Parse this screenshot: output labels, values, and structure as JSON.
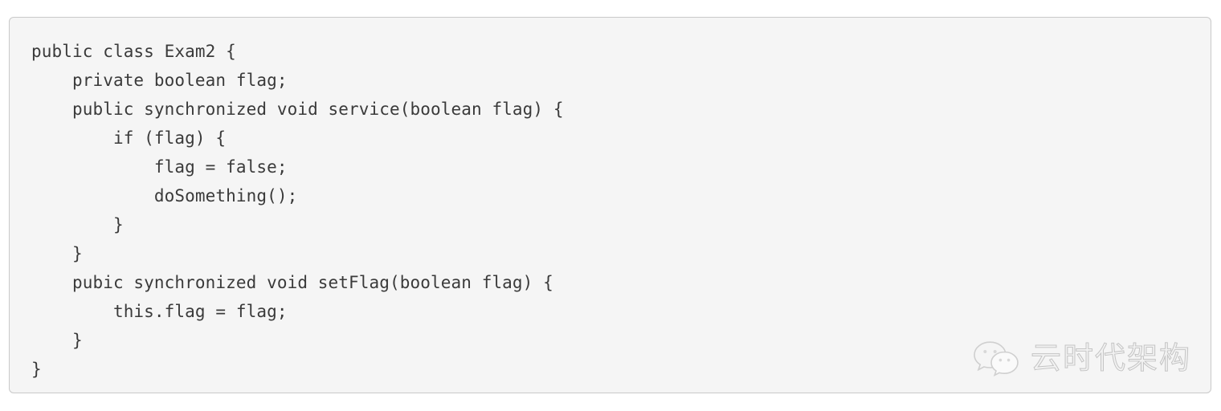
{
  "code_block": {
    "language": "java",
    "background_color": "#f5f5f5",
    "border_color": "#c9c9c9",
    "text_color": "#3a3a3a",
    "lines": [
      "public class Exam2 {",
      "    private boolean flag;",
      "    public synchronized void service(boolean flag) {",
      "        if (flag) {",
      "            flag = false;",
      "            doSomething();",
      "        }",
      "    }",
      "    pubic synchronized void setFlag(boolean flag) {",
      "        this.flag = flag;",
      "    }",
      "}"
    ]
  },
  "watermark": {
    "logo_name": "wechat-logo",
    "text": "云时代架构",
    "color": "#c4c4c4"
  }
}
